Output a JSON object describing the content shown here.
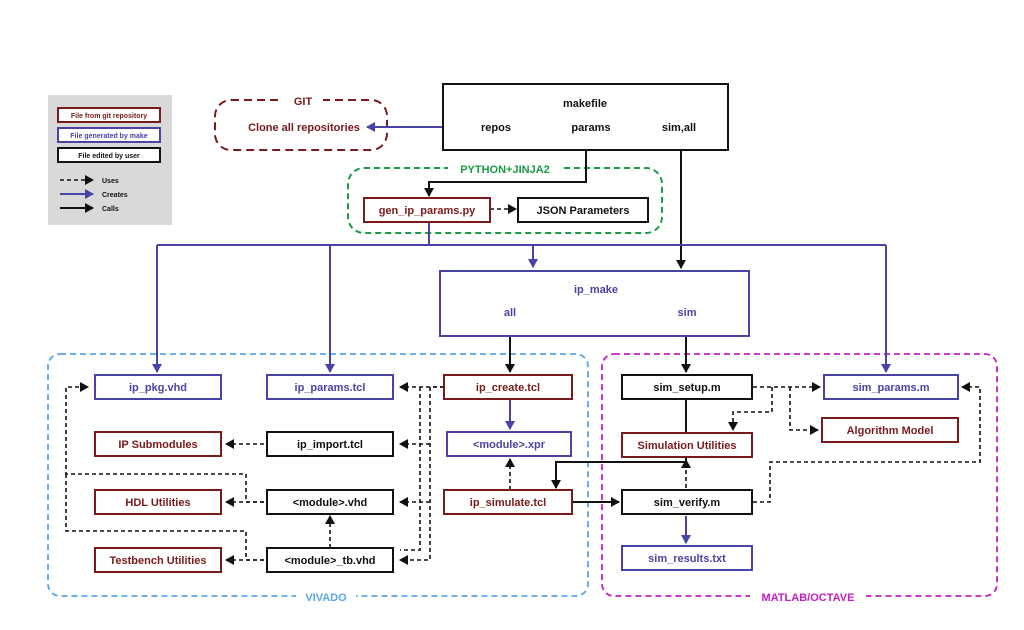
{
  "legend": {
    "items": [
      {
        "label": "File from git repository"
      },
      {
        "label": "File generated by make"
      },
      {
        "label": "File edited by user"
      }
    ],
    "arrows": [
      {
        "label": "Uses"
      },
      {
        "label": "Creates"
      },
      {
        "label": "Calls"
      }
    ]
  },
  "groups": {
    "git": "GIT",
    "python": "PYTHON+JINJA2",
    "vivado": "VIVADO",
    "matlab": "MATLAB/OCTAVE"
  },
  "nodes": {
    "makefile": "makefile",
    "repos": "repos",
    "params": "params",
    "sim_all": "sim,all",
    "clone": "Clone all repositories",
    "gen_ip_params": "gen_ip_params.py",
    "json_params": "JSON Parameters",
    "ip_make": "ip_make",
    "ip_make_all": "all",
    "ip_make_sim": "sim",
    "ip_pkg": "ip_pkg.vhd",
    "ip_params_tcl": "ip_params.tcl",
    "ip_create": "ip_create.tcl",
    "module_xpr": "<module>.xpr",
    "ip_submodules": "IP Submodules",
    "ip_import": "ip_import.tcl",
    "hdl_utilities": "HDL Utilities",
    "module_vhd": "<module>.vhd",
    "ip_simulate": "ip_simulate.tcl",
    "tb_utilities": "Testbench Utilities",
    "module_tb": "<module>_tb.vhd",
    "sim_setup": "sim_setup.m",
    "sim_params": "sim_params.m",
    "algorithm_model": "Algorithm Model",
    "sim_utilities": "Simulation Utilities",
    "sim_verify": "sim_verify.m",
    "sim_results": "sim_results.txt"
  },
  "colors": {
    "git_red": "#7a1a1a",
    "make_blue": "#4a43a6",
    "user_black": "#111111",
    "git_group": "#7a1a1a",
    "python_group": "#1a9c46",
    "vivado_group": "#5aa6e6",
    "matlab_group": "#c41ec4",
    "legend_bg": "#d9d9d9"
  }
}
